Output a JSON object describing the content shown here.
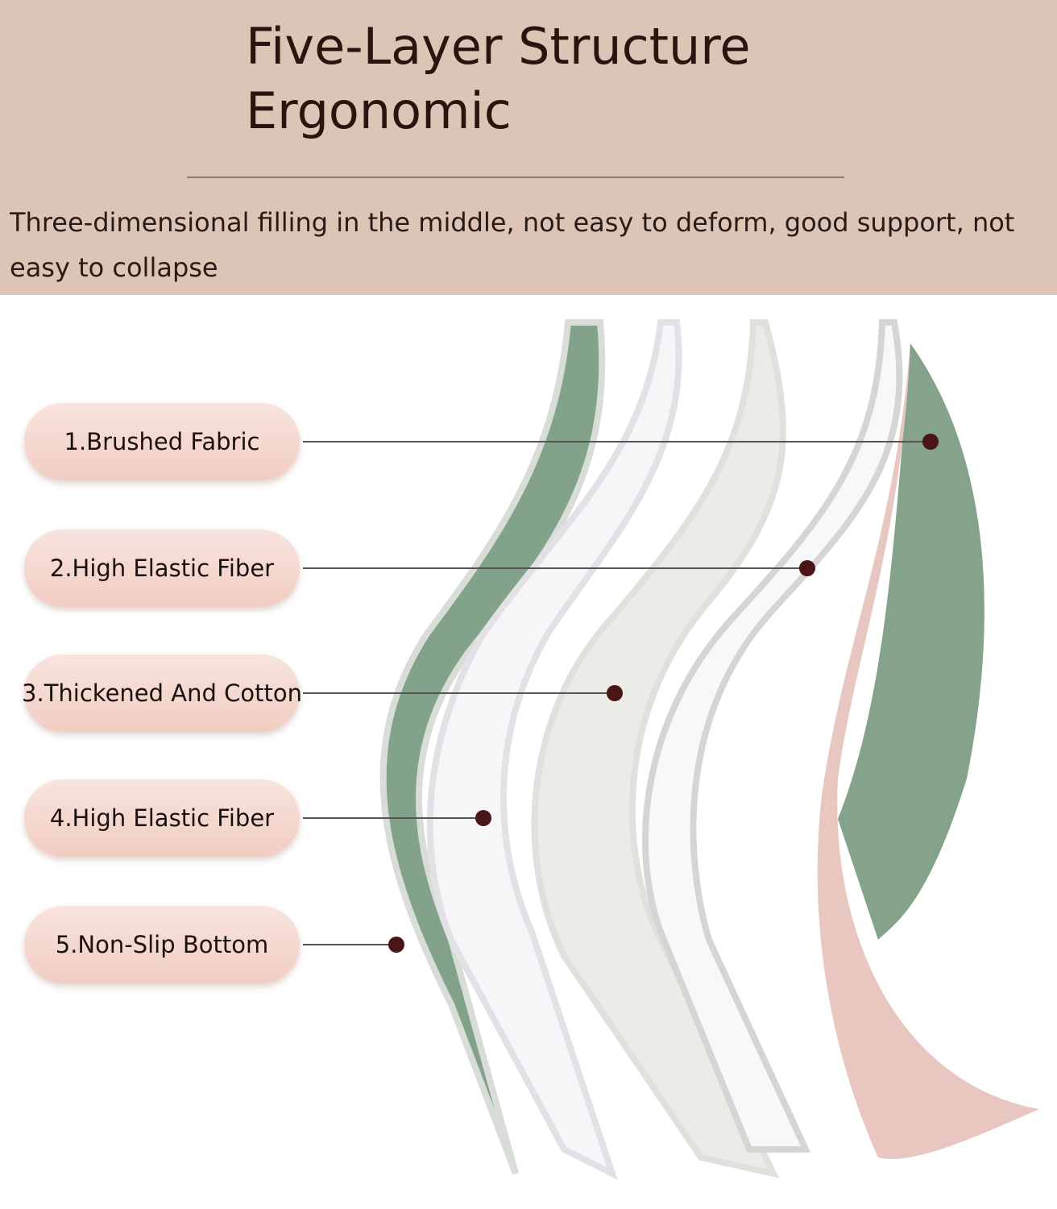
{
  "header": {
    "title_line1": "Five-Layer Structure",
    "title_line2": "Ergonomic",
    "subtitle": "Three-dimensional filling in the middle, not easy  to deform, good support, not easy to collapse"
  },
  "layers": [
    {
      "label": "1.Brushed Fabric"
    },
    {
      "label": "2.High Elastic Fiber"
    },
    {
      "label": "3.Thickened And Cotton"
    },
    {
      "label": "4.High Elastic Fiber"
    },
    {
      "label": "5.Non-Slip Bottom"
    }
  ],
  "colors": {
    "header_bg": "#dcc4b7",
    "pill": "#f4d6cd",
    "green": "#7f9e86",
    "pink": "#e6c2bd",
    "dot": "#4a1515"
  }
}
